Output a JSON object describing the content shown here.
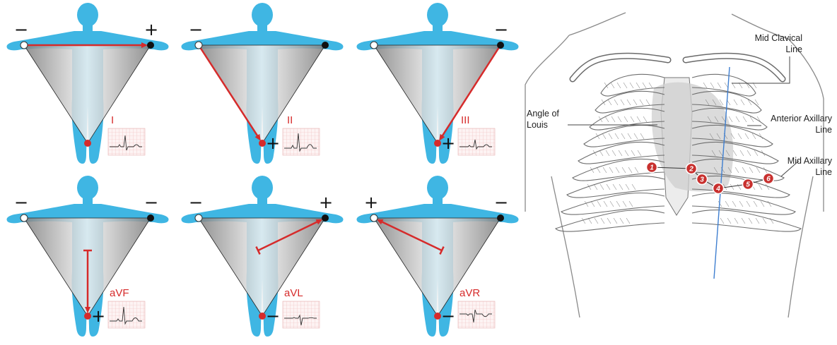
{
  "limb_leads": [
    {
      "label": "I",
      "kind": "bipolar",
      "neg": "ra",
      "pos": "la"
    },
    {
      "label": "II",
      "kind": "bipolar",
      "neg": "ra",
      "pos": "ll"
    },
    {
      "label": "III",
      "kind": "bipolar",
      "neg": "la",
      "pos": "ll"
    },
    {
      "label": "aVF",
      "kind": "augmented",
      "pos": "ll"
    },
    {
      "label": "aVL",
      "kind": "augmented",
      "pos": "la"
    },
    {
      "label": "aVR",
      "kind": "augmented",
      "pos": "ra"
    }
  ],
  "signs": {
    "plus": "+",
    "minus": "−"
  },
  "chest": {
    "mid_clavical_line": [
      "Mid Clavical",
      "Line"
    ],
    "angle_of_louis": [
      "Angle of",
      "Louis"
    ],
    "anterior_axillary_line": [
      "Anterior Axillary",
      "Line"
    ],
    "mid_axillary_line": [
      "Mid Axillary",
      "Line"
    ],
    "electrode_positions": [
      "1",
      "2",
      "3",
      "4",
      "5",
      "6"
    ]
  },
  "colors": {
    "body": "#3fb6e3",
    "lead_red": "#d62b2b",
    "triangle_dark": "#8a8a8a",
    "mid_clavicular_blue": "#3f7fd0",
    "ecg_grid": "#f2c9c9",
    "electrode_fill": "#c8302e"
  },
  "icons": [
    "human-body-icon",
    "ecg-strip-icon",
    "ribcage-icon",
    "heart-icon"
  ]
}
